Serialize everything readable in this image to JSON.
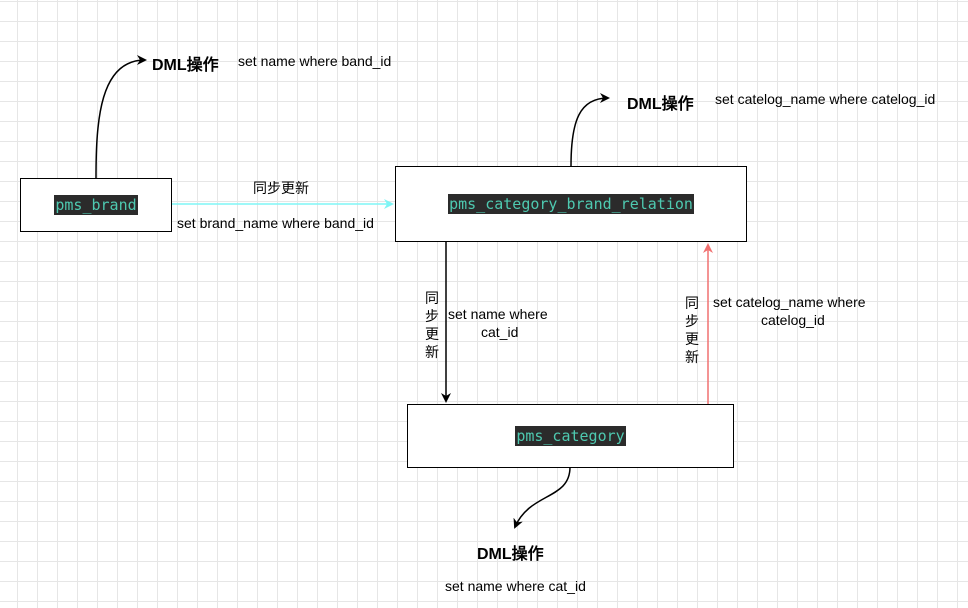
{
  "nodes": {
    "brand": "pms_brand",
    "relation": "pms_category_brand_relation",
    "category": "pms_category"
  },
  "dml": {
    "brand_title": "DML操作",
    "brand_sql": "set name where band_id",
    "relation_title": "DML操作",
    "relation_sql": "set catelog_name where catelog_id",
    "category_title": "DML操作",
    "category_sql": "set name where cat_id"
  },
  "edges": {
    "brand_to_relation_label": "同步更新",
    "brand_to_relation_sql": "set brand_name where band_id",
    "relation_to_category_label": "同步更新",
    "relation_to_category_sql_line1": "set name where",
    "relation_to_category_sql_line2": "cat_id",
    "category_to_relation_label": "同步更新",
    "category_to_relation_sql_line1": "set catelog_name where",
    "category_to_relation_sql_line2": "catelog_id"
  },
  "colors": {
    "cyan_edge": "#7ff5f5",
    "red_edge": "#f07070",
    "code_bg": "#2b2b2b",
    "code_fg": "#4ec9b0"
  }
}
